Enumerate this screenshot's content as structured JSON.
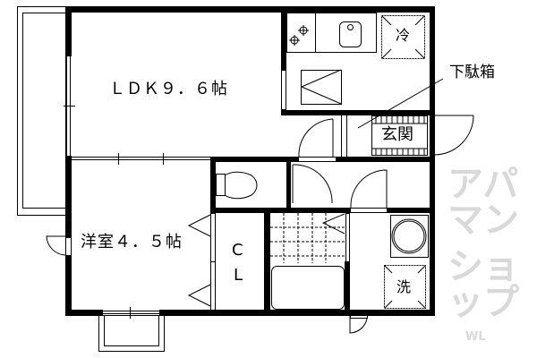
{
  "rooms": {
    "ldk": "ＬＤＫ９．６帖",
    "western": "洋室４．５帖",
    "closet_c": "C",
    "closet_l": "L",
    "entrance": "玄関",
    "shoe_box": "下駄箱",
    "fridge": "冷",
    "washer": "洗"
  },
  "watermark": {
    "line1": "アパマン",
    "line2": "ショップ",
    "small": "WL"
  },
  "colors": {
    "wall": "#000000",
    "watermark": "#d9d9d9"
  }
}
